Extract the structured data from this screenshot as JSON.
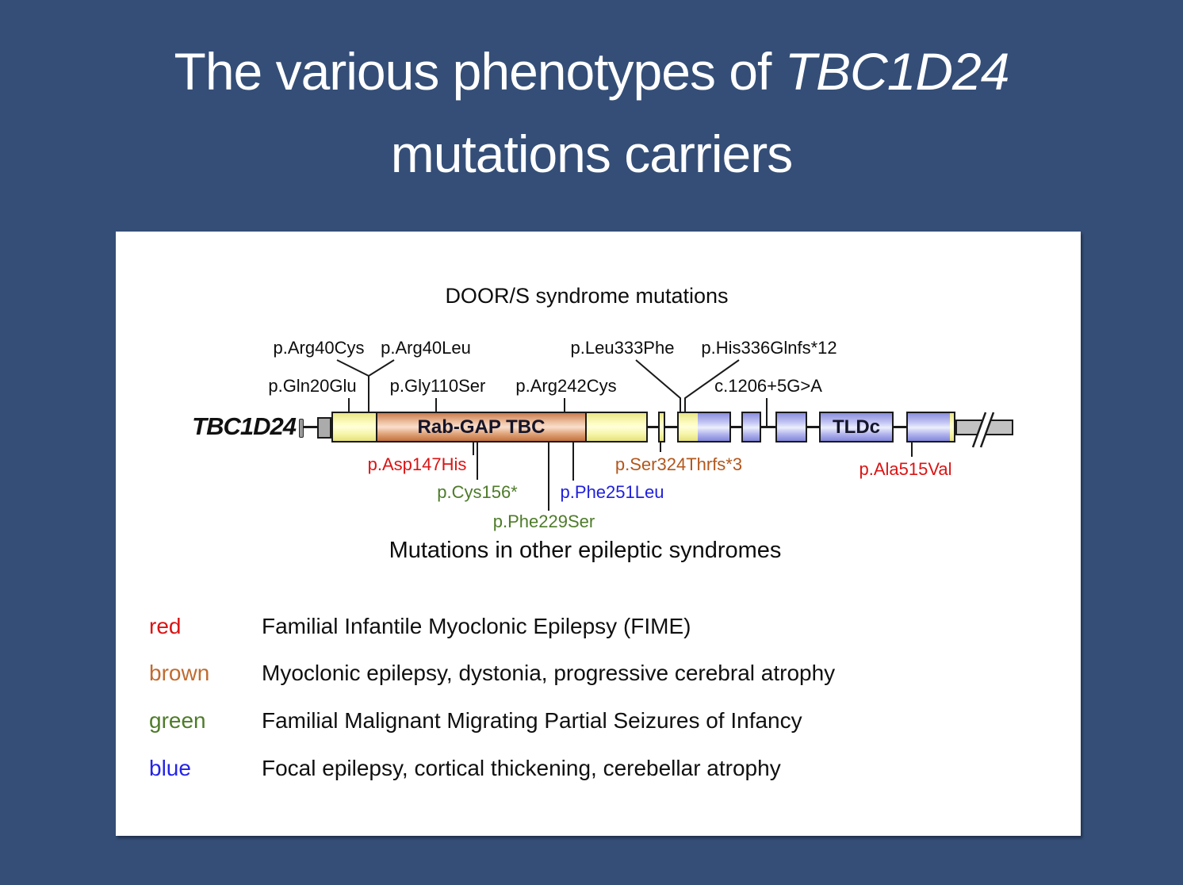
{
  "title": {
    "line1_prefix": "The various phenotypes of ",
    "line1_gene": "TBC1D24",
    "line2": "mutations carriers"
  },
  "diagram": {
    "door_caption": "DOOR/S syndrome mutations",
    "other_caption": "Mutations in other epileptic syndromes",
    "gene_name": "TBC1D24",
    "domains": {
      "rabgap_label": "Rab-GAP TBC",
      "tldc_label": "TLDc"
    },
    "door_mutations": {
      "row1": [
        "p.Arg40Cys",
        "p.Arg40Leu",
        "p.Leu333Phe",
        "p.His336Glnfs*12"
      ],
      "row2": [
        "p.Gln20Glu",
        "p.Gly110Ser",
        "p.Arg242Cys",
        "c.1206+5G>A"
      ]
    },
    "other_mutations": [
      {
        "label": "p.Asp147His",
        "color": "#db1414"
      },
      {
        "label": "p.Cys156*",
        "color": "#4e7b29"
      },
      {
        "label": "p.Phe229Ser",
        "color": "#4e7b29"
      },
      {
        "label": "p.Phe251Leu",
        "color": "#1f1fdd"
      },
      {
        "label": "p.Ser324Thrfs*3",
        "color": "#b2571c"
      },
      {
        "label": "p.Ala515Val",
        "color": "#db1414"
      }
    ]
  },
  "legend": [
    {
      "name": "red",
      "color": "#db1414",
      "description": "Familial Infantile Myoclonic Epilepsy (FIME)"
    },
    {
      "name": "brown",
      "color": "#c06c30",
      "description": "Myoclonic epilepsy, dystonia, progressive cerebral atrophy"
    },
    {
      "name": "green",
      "color": "#4e7b29",
      "description": "Familial Malignant Migrating Partial Seizures of Infancy"
    },
    {
      "name": "blue",
      "color": "#2424e8",
      "description": "Focal epilepsy, cortical thickening, cerebellar atrophy"
    }
  ],
  "colors": {
    "background": "#344e77",
    "panel": "#ffffff",
    "text": "#0d0d0d",
    "exon_yellow": "#fbf9b0",
    "rabgap_orange": "#dfa077",
    "exon_purple": "#a9ace9",
    "utr_gray": "#b5b5b5"
  }
}
